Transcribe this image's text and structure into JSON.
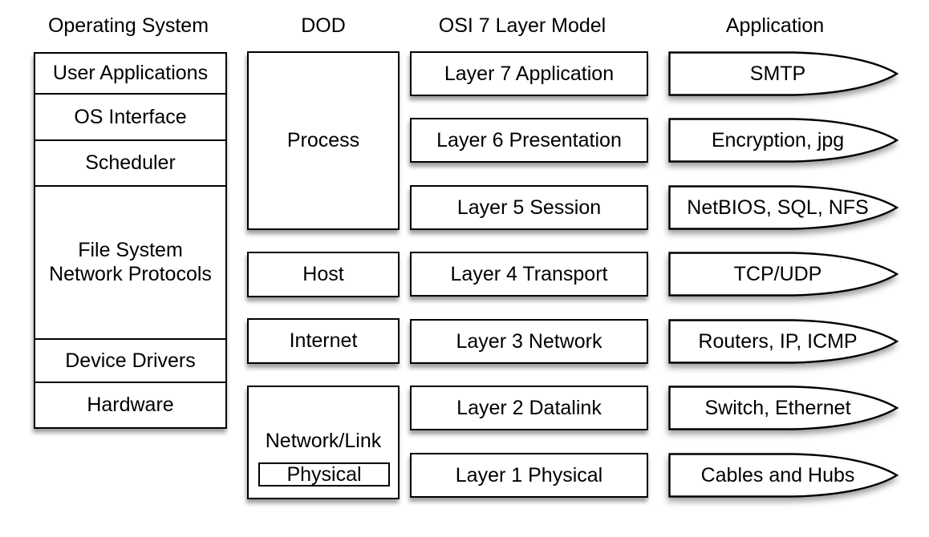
{
  "headers": {
    "operating_system": "Operating System",
    "dod": "DOD",
    "osi": "OSI 7 Layer Model",
    "application": "Application"
  },
  "os_stack": {
    "sections": [
      {
        "label": "User Applications"
      },
      {
        "label": "OS Interface"
      },
      {
        "label": "Scheduler"
      },
      {
        "label": "File System\nNetwork Protocols"
      },
      {
        "label": "Device Drivers"
      },
      {
        "label": "Hardware"
      }
    ]
  },
  "dod": {
    "process": "Process",
    "host": "Host",
    "internet": "Internet",
    "network_link": "Network/Link",
    "physical": "Physical"
  },
  "osi": {
    "layers": [
      "Layer 7 Application",
      "Layer 6 Presentation",
      "Layer 5 Session",
      "Layer 4 Transport",
      "Layer 3 Network",
      "Layer 2 Datalink",
      "Layer 1 Physical"
    ]
  },
  "apps": {
    "items": [
      "SMTP",
      "Encryption, jpg",
      "NetBIOS, SQL, NFS",
      "TCP/UDP",
      "Routers, IP, ICMP",
      "Switch, Ethernet",
      "Cables and Hubs"
    ]
  },
  "colors": {
    "background": "#ffffff",
    "box_fill": "#ffffff",
    "border": "#000000",
    "text": "#000000",
    "shadow": "rgba(0,0,0,0.38)"
  }
}
